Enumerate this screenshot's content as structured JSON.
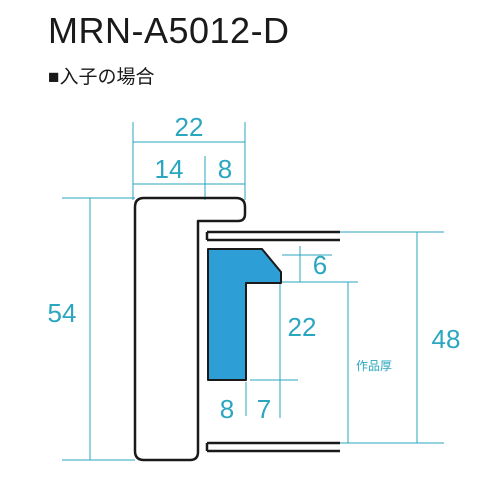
{
  "title": "MRN-A5012-D",
  "subtitle": "■入子の場合",
  "dimensions": {
    "overall_width": "22",
    "outer_width": "14",
    "inner_width": "8",
    "overall_height": "54",
    "rebate_depth": "6",
    "rebate_height": "22",
    "artwork_label": "作品厚",
    "inner_height": "48",
    "insert_width": "8",
    "insert_gap": "7"
  },
  "colors": {
    "dimension": "#2aa6c0",
    "outline": "#1a1a1a",
    "insert_fill": "#2e9fd6"
  }
}
